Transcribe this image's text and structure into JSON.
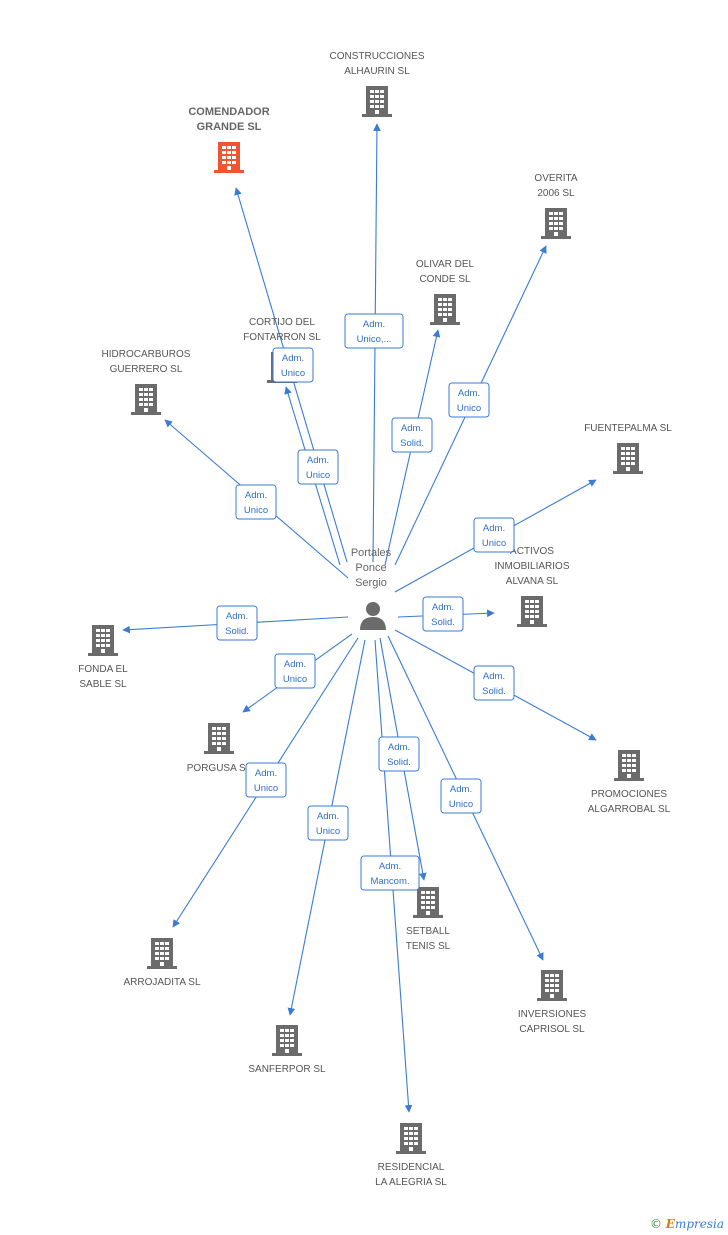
{
  "colors": {
    "edge": "#3a7bd5",
    "building": "#6b6b6b",
    "building_highlight": "#ee5533",
    "label_border": "#3a7bd5",
    "person": "#6b6b6b"
  },
  "center": {
    "name_lines": [
      "Portales",
      "Ponce",
      "Sergio"
    ],
    "icon": "person-icon"
  },
  "nodes": [
    {
      "id": "construcciones",
      "lines": [
        "CONSTRUCCIONES",
        "ALHAURIN SL"
      ],
      "highlight": false
    },
    {
      "id": "comendador",
      "lines": [
        "COMENDADOR",
        "GRANDE SL"
      ],
      "highlight": true
    },
    {
      "id": "overita",
      "lines": [
        "OVERITA",
        "2006  SL"
      ],
      "highlight": false
    },
    {
      "id": "olivar",
      "lines": [
        "OLIVAR DEL",
        "CONDE SL"
      ],
      "highlight": false
    },
    {
      "id": "cortijo",
      "lines": [
        "CORTIJO DEL",
        "FONTARRON  SL"
      ],
      "highlight": false
    },
    {
      "id": "hidrocarburos",
      "lines": [
        "HIDROCARBUROS",
        "GUERRERO SL"
      ],
      "highlight": false
    },
    {
      "id": "fuentepalma",
      "lines": [
        "FUENTEPALMA SL"
      ],
      "highlight": false
    },
    {
      "id": "activos",
      "lines": [
        "ACTIVOS",
        "INMOBILIARIOS",
        "ALVANA SL"
      ],
      "highlight": false
    },
    {
      "id": "fonda",
      "lines": [
        "FONDA EL",
        "SABLE SL"
      ],
      "highlight": false
    },
    {
      "id": "porgusa",
      "lines": [
        "PORGUSA SL"
      ],
      "highlight": false
    },
    {
      "id": "promociones",
      "lines": [
        "PROMOCIONES",
        "ALGARROBAL SL"
      ],
      "highlight": false
    },
    {
      "id": "arrojadita",
      "lines": [
        "ARROJADITA SL"
      ],
      "highlight": false
    },
    {
      "id": "setball",
      "lines": [
        "SETBALL",
        "TENIS SL"
      ],
      "highlight": false
    },
    {
      "id": "inversiones",
      "lines": [
        "INVERSIONES",
        "CAPRISOL  SL"
      ],
      "highlight": false
    },
    {
      "id": "sanferpor",
      "lines": [
        "SANFERPOR  SL"
      ],
      "highlight": false
    },
    {
      "id": "residencial",
      "lines": [
        "RESIDENCIAL",
        "LA ALEGRIA SL"
      ],
      "highlight": false
    }
  ],
  "edges": [
    {
      "to": "construcciones",
      "lines": [
        "Adm.",
        "Unico,..."
      ]
    },
    {
      "to": "comendador",
      "lines": [
        "Adm.",
        "Unico"
      ]
    },
    {
      "to": "overita",
      "lines": [
        "Adm.",
        "Unico"
      ]
    },
    {
      "to": "olivar",
      "lines": [
        "Adm.",
        "Solid."
      ]
    },
    {
      "to": "cortijo",
      "lines": [
        "Adm.",
        "Unico"
      ]
    },
    {
      "to": "hidrocarburos",
      "lines": [
        "Adm.",
        "Unico"
      ]
    },
    {
      "to": "fuentepalma",
      "lines": [
        "Adm.",
        "Unico"
      ]
    },
    {
      "to": "activos",
      "lines": [
        "Adm.",
        "Solid."
      ]
    },
    {
      "to": "fonda",
      "lines": [
        "Adm.",
        "Solid."
      ]
    },
    {
      "to": "porgusa",
      "lines": [
        "Adm.",
        "Unico"
      ]
    },
    {
      "to": "promociones",
      "lines": [
        "Adm.",
        "Solid."
      ]
    },
    {
      "to": "arrojadita",
      "lines": [
        "Adm.",
        "Unico"
      ]
    },
    {
      "to": "setball",
      "lines": [
        "Adm.",
        "Solid."
      ]
    },
    {
      "to": "inversiones",
      "lines": [
        "Adm.",
        "Unico"
      ]
    },
    {
      "to": "sanferpor",
      "lines": [
        "Adm.",
        "Unico"
      ]
    },
    {
      "to": "residencial",
      "lines": [
        "Adm.",
        "Mancom."
      ]
    }
  ],
  "watermark": {
    "copyright": "©",
    "brand_initial": "E",
    "brand_rest": "mpresia"
  }
}
